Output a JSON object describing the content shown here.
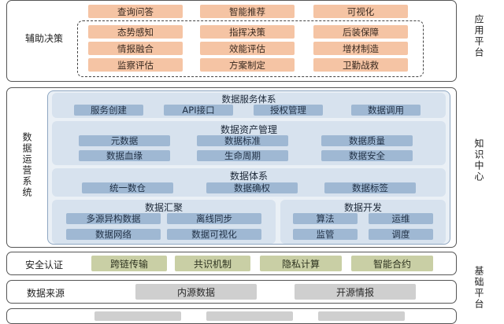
{
  "side": {
    "app": "应用平台",
    "knowledge": "知识中心",
    "base": "基础平台"
  },
  "app_layer": {
    "top_items": [
      "查询问答",
      "智能推荐",
      "可视化"
    ],
    "decision_label": "辅助决策",
    "decision_items": [
      "态势感知",
      "指挥决策",
      "后装保障",
      "情报融合",
      "效能评估",
      "增材制造",
      "监察评估",
      "方案制定",
      "卫勤战救"
    ]
  },
  "ops": {
    "label": "数据运营系统",
    "service": {
      "title": "数据服务体系",
      "items": [
        "服务创建",
        "API接口",
        "授权管理",
        "数据调用"
      ]
    },
    "asset": {
      "title": "数据资产管理",
      "items": [
        "元数据",
        "数据标准",
        "数据质量",
        "数据血缘",
        "生命周期",
        "数据安全"
      ]
    },
    "system": {
      "title": "数据体系",
      "items": [
        "统一数仓",
        "数据确权",
        "数据标签"
      ]
    },
    "gather": {
      "title": "数据汇聚",
      "items": [
        "多源异构数据",
        "离线同步",
        "数据网络",
        "数据可视化"
      ]
    },
    "dev": {
      "title": "数据开发",
      "items": [
        "算法",
        "运维",
        "监管",
        "调度"
      ]
    }
  },
  "security": {
    "label": "安全认证",
    "items": [
      "跨链传输",
      "共识机制",
      "隐私计算",
      "智能合约"
    ]
  },
  "source": {
    "label": "数据来源",
    "items": [
      "内源数据",
      "开源情报"
    ]
  }
}
